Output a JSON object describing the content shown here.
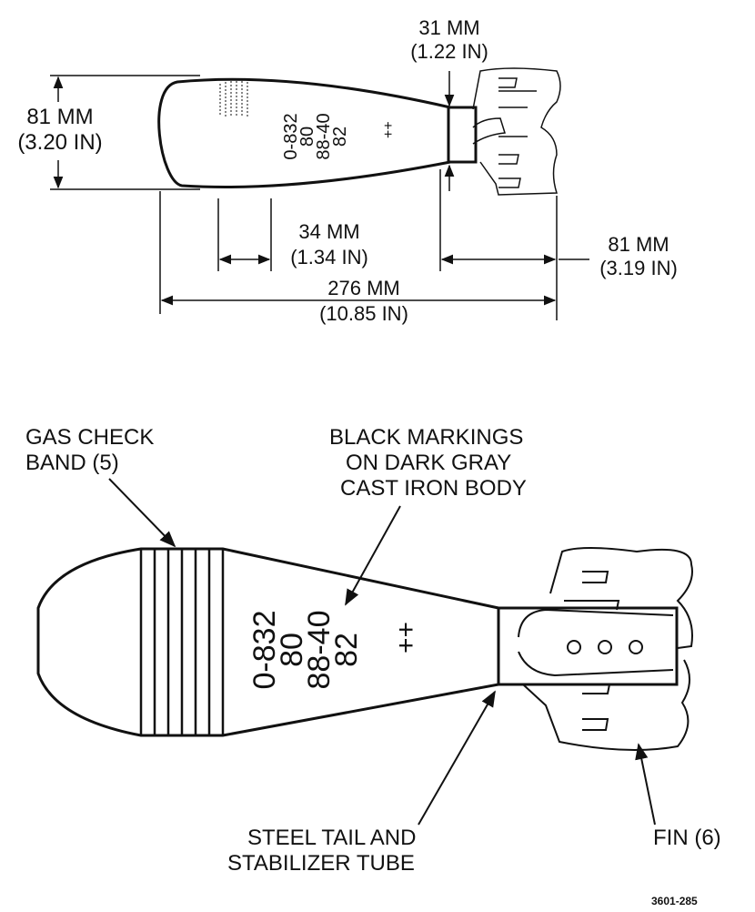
{
  "dimensions": {
    "diameter": {
      "mm": "81 MM",
      "in": "(3.20 IN)"
    },
    "tail_tube": {
      "mm": "31 MM",
      "in": "(1.22 IN)"
    },
    "band_width": {
      "mm": "34 MM",
      "in": "(1.34 IN)"
    },
    "fin_length": {
      "mm": "81 MM",
      "in": "(3.19 IN)"
    },
    "overall_length": {
      "mm": "276 MM",
      "in": "(10.85 IN)"
    }
  },
  "markings": {
    "line1": "0-832",
    "line2": "80",
    "line3": "88-40",
    "line4": "82",
    "symbol": "++"
  },
  "callouts": {
    "gas_check_band": [
      "GAS CHECK",
      "BAND (5)"
    ],
    "body_markings": [
      "BLACK MARKINGS",
      "ON DARK GRAY",
      "CAST IRON BODY"
    ],
    "tail_tube": [
      "STEEL TAIL AND",
      "STABILIZER TUBE"
    ],
    "fin": "FIN (6)"
  },
  "figure_id": "3601-285"
}
